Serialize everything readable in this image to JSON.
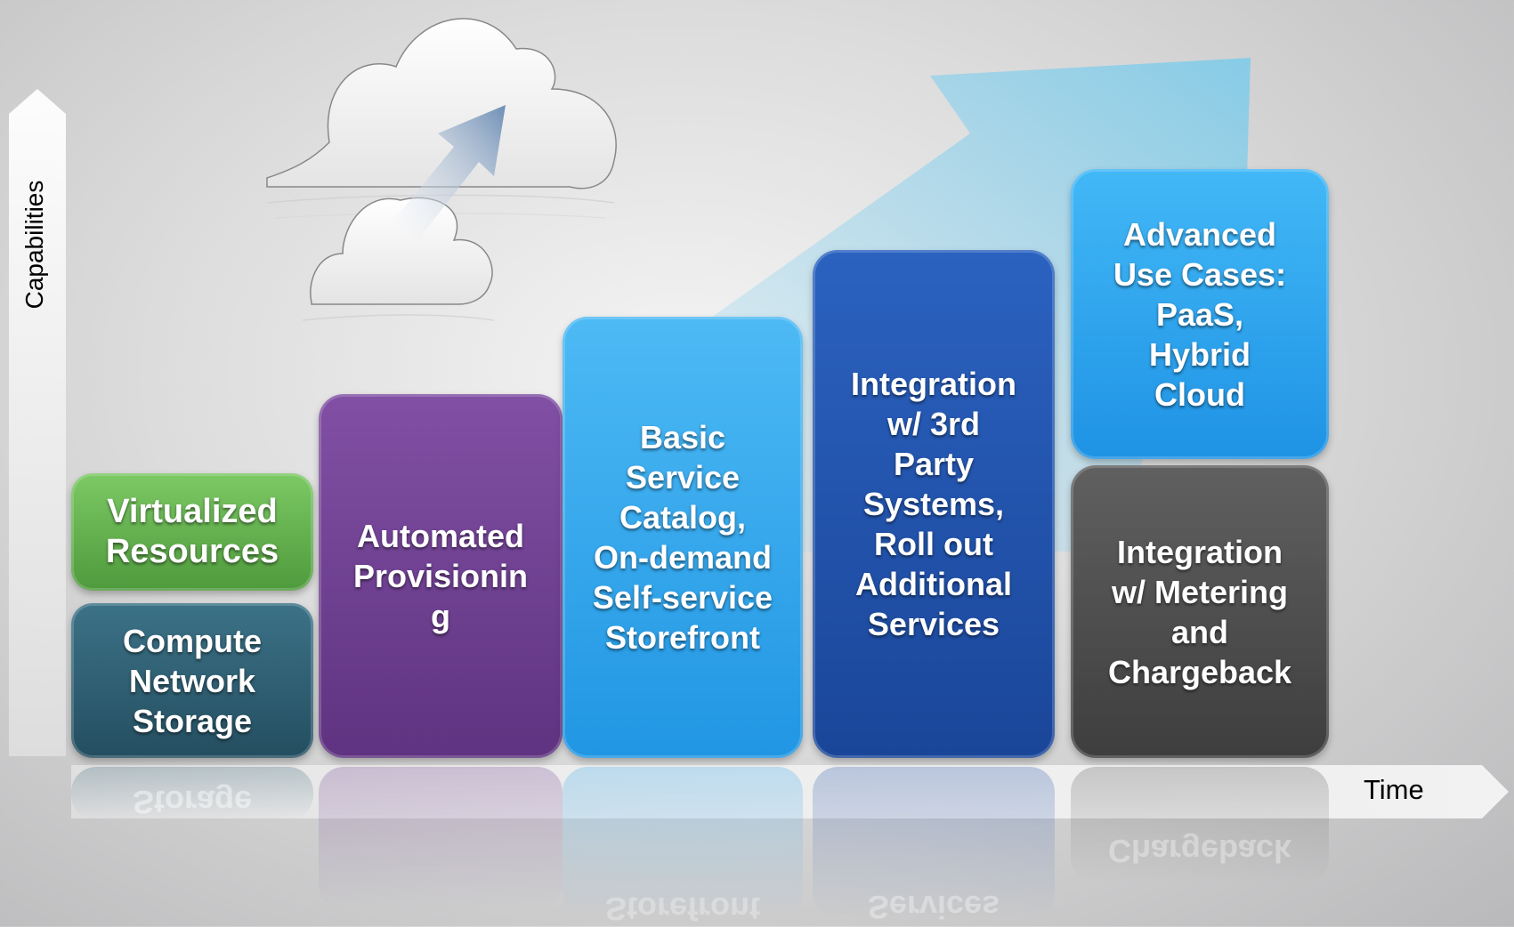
{
  "axes": {
    "y_label": "Capabilities",
    "x_label": "Time"
  },
  "blocks": [
    {
      "id": "virtualized",
      "label": "Virtualized\nResources",
      "color": "#58a947"
    },
    {
      "id": "compute",
      "label": "Compute\nNetwork\nStorage",
      "color": "#2c5c70"
    },
    {
      "id": "automated",
      "label": "Automated\nProvisionin\ng",
      "color": "#6e3f8e"
    },
    {
      "id": "basic-catalog",
      "label": "Basic\nService\nCatalog,\nOn-demand\nSelf-service\nStorefront",
      "color": "#2fa6ee"
    },
    {
      "id": "integration-3rd",
      "label": "Integration\nw/ 3rd\nParty\nSystems,\nRoll out\nAdditional\nServices",
      "color": "#1f4fa8"
    },
    {
      "id": "advanced",
      "label": "Advanced\nUse Cases:\nPaaS,\nHybrid\nCloud",
      "color": "#27a3ee"
    },
    {
      "id": "metering",
      "label": "Integration\nw/ Metering\nand\nChargeback",
      "color": "#4f4f4f"
    }
  ],
  "reflections": {
    "storage": "Storage",
    "storefront": "Storefront",
    "services": "Services",
    "chargeback": "Chargeback"
  }
}
